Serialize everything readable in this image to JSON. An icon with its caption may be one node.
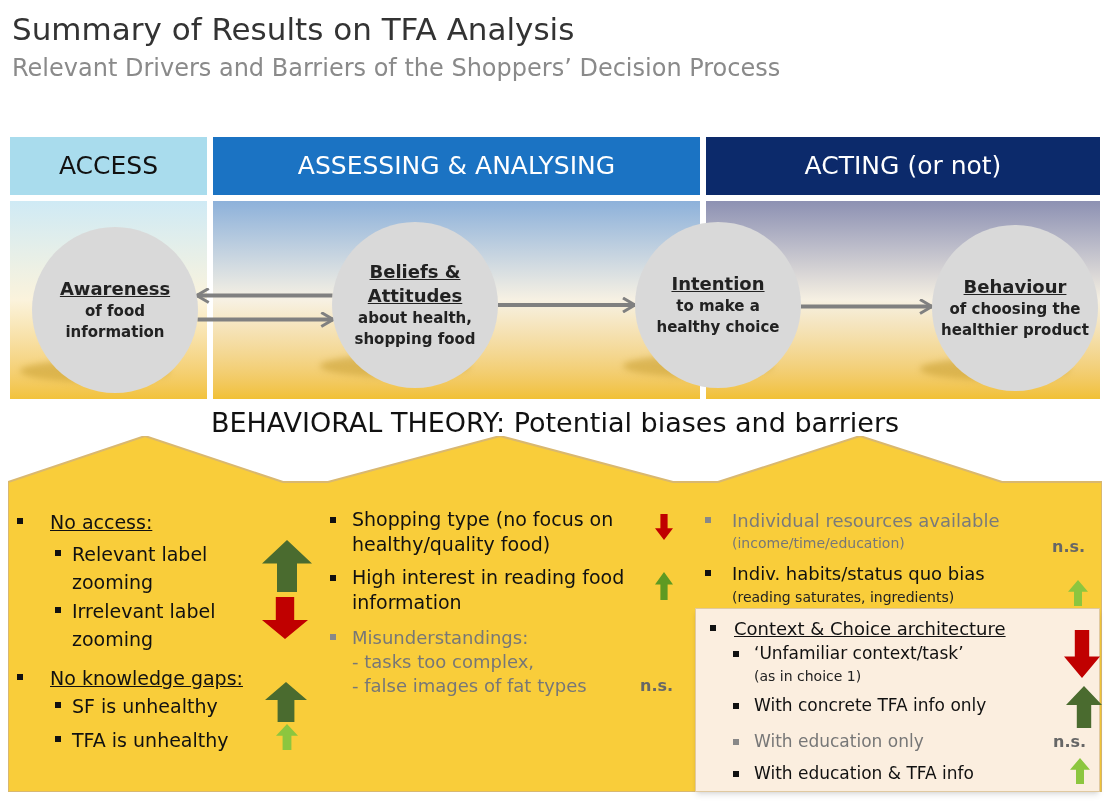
{
  "diagram": {
    "title": "Summary of Results on TFA Analysis",
    "nodes": [
      {
        "text": [
          "ACCESS"
        ]
      },
      {
        "text": [
          "ASSESSING & ANALYSING"
        ]
      },
      {
        "text": [
          "ACTING (or not)"
        ]
      },
      {
        "text": [
          "Awareness",
          "of food information"
        ]
      },
      {
        "text": [
          "Beliefs & Attitudes",
          "about health, shopping food"
        ]
      },
      {
        "text": [
          "Intention",
          "to make a healthy choice"
        ]
      },
      {
        "text": [
          "Behaviour",
          "of choosing the healthier product"
        ]
      },
      {
        "text": [
          "Context & Choice architecture",
          "‘Unfamiliar context/task’",
          "(as in choice 1)",
          "With concrete TFA info only",
          "With education only",
          "n.s.",
          "With education & TFA info"
        ]
      }
    ],
    "edges": [
      {
        "from": 4,
        "to": 3,
        "arrow": "to"
      },
      {
        "from": 3,
        "to": 4,
        "arrow": "to"
      },
      {
        "from": 4,
        "to": 5,
        "arrow": "to"
      },
      {
        "from": 5,
        "to": 6,
        "arrow": "to"
      }
    ],
    "labels": [
      "Relevant Drivers and Barriers of the Shoppers’ Decision Process",
      "BEHAVIORAL THEORY: Potential biases and barriers",
      "No access:",
      "Relevant label zooming",
      "Irrelevant label zooming",
      "No knowledge gaps:",
      "SF is unhealthy",
      "TFA is unhealthy",
      "Shopping type (no focus on healthy/quality food)",
      "High interest in reading food information",
      "Misunderstandings:",
      "- tasks too complex,",
      "- false images of fat types",
      "n.s.",
      "Individual resources available",
      "(income/time/education)",
      "n.s.",
      "Indiv. habits/status quo bias",
      "(reading saturates, ingredients)"
    ]
  }
}
